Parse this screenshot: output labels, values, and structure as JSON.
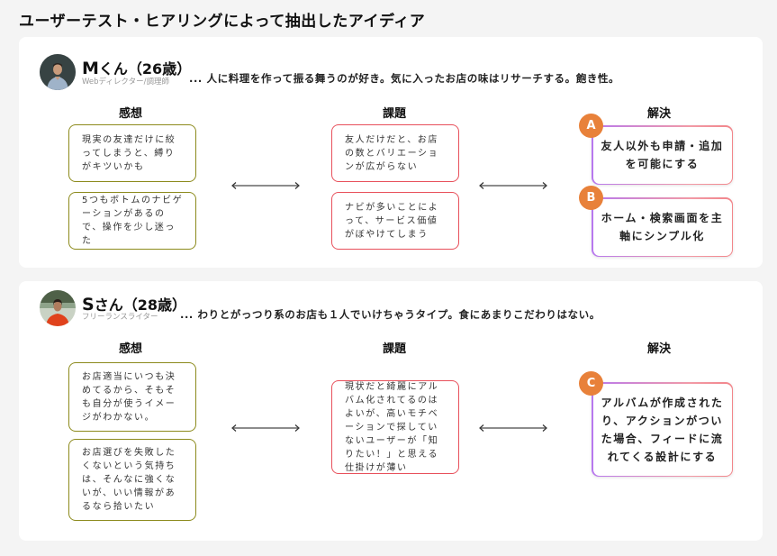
{
  "page": {
    "title": "ユーザーテスト・ヒアリングによって抽出したアイディア"
  },
  "column_headers": {
    "impressions": "感想",
    "issues": "課題",
    "solutions": "解決"
  },
  "personas": [
    {
      "name_initial": "M",
      "name_rest": "くん（26歳）",
      "role": "Webディレクター/調理師",
      "description": "... 人に料理を作って振る舞うのが好き。気に入ったお店の味はリサーチする。飽き性。",
      "avatar": "man-portrait",
      "impressions": [
        "現実の友達だけに絞ってしまうと、縛りがキツいかも",
        "5つもボトムのナビゲーションがあるので、操作を少し迷った"
      ],
      "issues": [
        "友人だけだと、お店の数とバリエーションが広がらない",
        "ナビが多いことによって、サービス価値がぼやけてしまう"
      ],
      "solutions": [
        {
          "badge": "A",
          "text": "友人以外も申請・追加を可能にする"
        },
        {
          "badge": "B",
          "text": "ホーム・検索画面を主軸にシンプル化"
        }
      ]
    },
    {
      "name_initial": "S",
      "name_rest": "さん（28歳）",
      "role": "フリーランスライター",
      "description": "... わりとがっつり系のお店も１人でいけちゃうタイプ。食にあまりこだわりはない。",
      "avatar": "woman-portrait",
      "impressions": [
        "お店適当にいつも決めてるから、そもそも自分が使うイメージがわかない。",
        "お店選びを失敗したくないという気持ちは、そんなに強くないが、いい情報があるなら拾いたい"
      ],
      "issues": [
        "現状だと綺麗にアルバム化されてるのはよいが、高いモチベーションで探していないユーザーが「知りたい！」と思える仕掛けが薄い"
      ],
      "solutions": [
        {
          "badge": "C",
          "text": "アルバムが作成されたり、アクションがついた場合、フィードに流れてくる設計にする"
        }
      ]
    }
  ],
  "colors": {
    "impression_border": "#8c8a1c",
    "issue_border": "#e8505b",
    "badge": "#e8813a",
    "solution_gradient_start": "#b778ef",
    "solution_gradient_end": "#f2858a"
  }
}
